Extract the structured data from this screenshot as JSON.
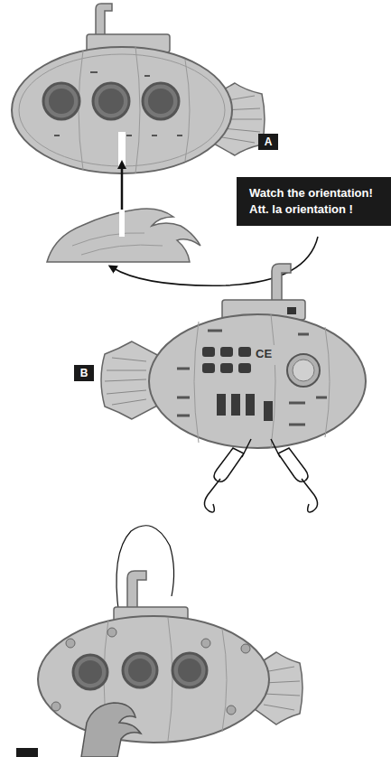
{
  "diagram": {
    "nodes": [
      {
        "text": [
          "A"
        ]
      },
      {
        "text": [
          "Watch the orientation!",
          "Att. la orientation !"
        ]
      },
      {
        "text": [
          "B"
        ]
      }
    ],
    "labels": [
      "CE"
    ]
  }
}
